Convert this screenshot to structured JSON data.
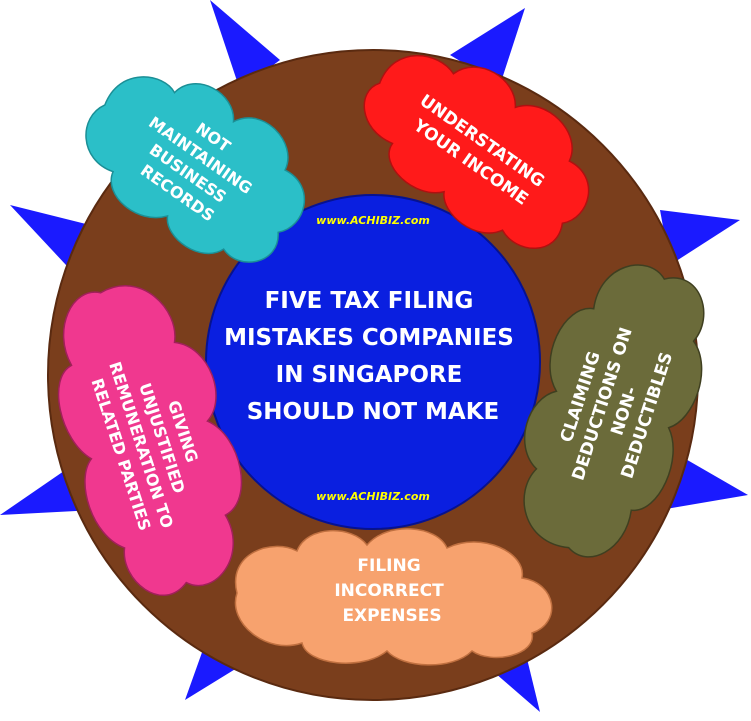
{
  "center": {
    "title_lines": [
      "FIVE TAX FILING",
      "MISTAKES COMPANIES",
      "IN SINGAPORE",
      "SHOULD NOT MAKE"
    ],
    "website_top": "www.ACHIBIZ.com",
    "website_bottom": "www.ACHIBIZ.com"
  },
  "mistakes": [
    {
      "lines": [
        "NOT",
        "MAINTAINING",
        "BUSINESS",
        "RECORDS"
      ],
      "color": "#2bbfc8"
    },
    {
      "lines": [
        "UNDERSTATING",
        "YOUR INCOME"
      ],
      "color": "#ff1a1a"
    },
    {
      "lines": [
        "CLAIMING",
        "DEDUCTIONS ON",
        "NON-",
        "DEDUCTIBLES"
      ],
      "color": "#6b6b3a"
    },
    {
      "lines": [
        "FILING",
        "INCORRECT",
        "EXPENSES"
      ],
      "color": "#f7a26e"
    },
    {
      "lines": [
        "GIVING",
        "UNJUSTIFIED",
        "REMUNERATION TO",
        "RELATED PARTIES"
      ],
      "color": "#f0388f"
    }
  ],
  "colors": {
    "ring": "#7a3e1c",
    "center": "#0a1fe0",
    "spikes": "#1a1aff",
    "website": "#ffff00"
  }
}
